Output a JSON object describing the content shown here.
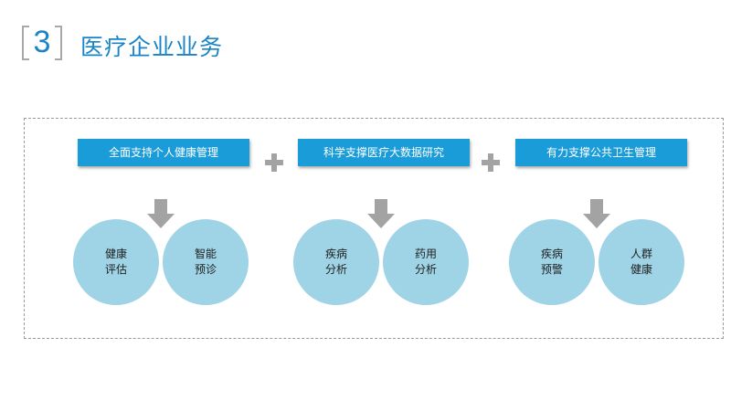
{
  "header": {
    "number": "3",
    "title": "医疗企业业务"
  },
  "groups": [
    {
      "banner": "全面支持个人健康管理",
      "circles": [
        {
          "line1": "健康",
          "line2": "评估"
        },
        {
          "line1": "智能",
          "line2": "预诊"
        }
      ]
    },
    {
      "banner": "科学支撑医疗大数据研究",
      "circles": [
        {
          "line1": "疾病",
          "line2": "分析"
        },
        {
          "line1": "药用",
          "line2": "分析"
        }
      ]
    },
    {
      "banner": "有力支撑公共卫生管理",
      "circles": [
        {
          "line1": "疾病",
          "line2": "预警"
        },
        {
          "line1": "人群",
          "line2": "健康"
        }
      ]
    }
  ],
  "colors": {
    "accent": "#1a84c7",
    "banner": "#1a9cd8",
    "circle": "#9fd3e6",
    "arrow": "#a3a3a3"
  },
  "icons": [
    "plus-icon",
    "down-arrow-icon"
  ]
}
